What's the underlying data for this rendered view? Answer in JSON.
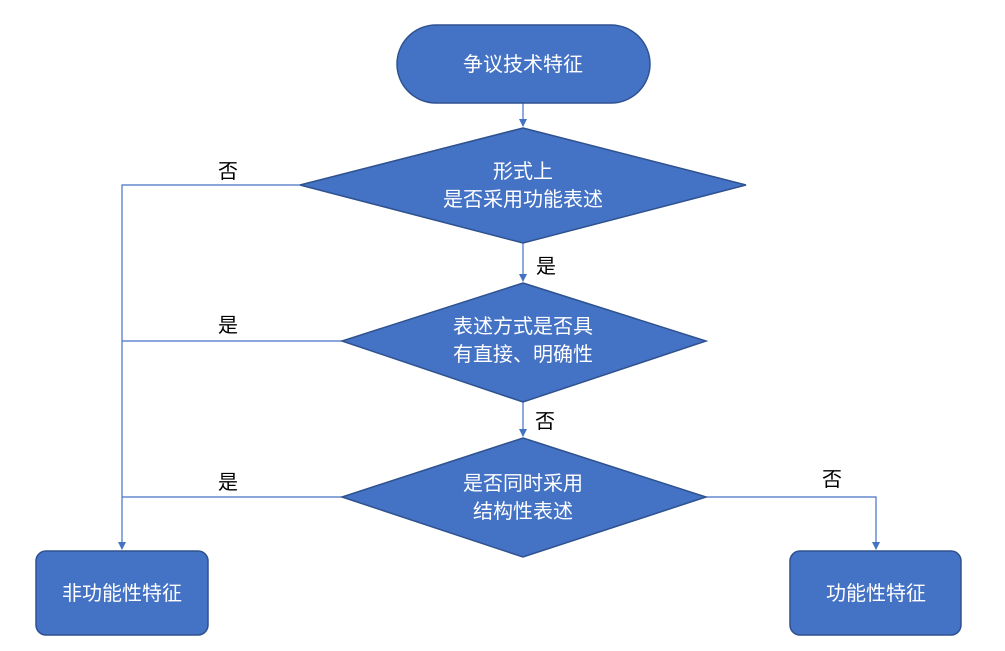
{
  "colors": {
    "node_fill": "#4472c4",
    "node_stroke": "#2f528f",
    "connector": "#4472c4",
    "node_text": "#ffffff",
    "edge_label": "#000000"
  },
  "nodes": {
    "start": {
      "text": "争议技术特征"
    },
    "decision1": {
      "line1": "形式上",
      "line2": "是否采用功能表述"
    },
    "decision2": {
      "line1": "表述方式是否具",
      "line2": "有直接、明确性"
    },
    "decision3": {
      "line1": "是否同时采用",
      "line2": "结构性表述"
    },
    "non_functional": {
      "text": "非功能性特征"
    },
    "functional": {
      "text": "功能性特征"
    }
  },
  "edges": {
    "d1_no": "否",
    "d1_yes": "是",
    "d2_yes": "是",
    "d2_no": "否",
    "d3_yes": "是",
    "d3_no": "否"
  }
}
